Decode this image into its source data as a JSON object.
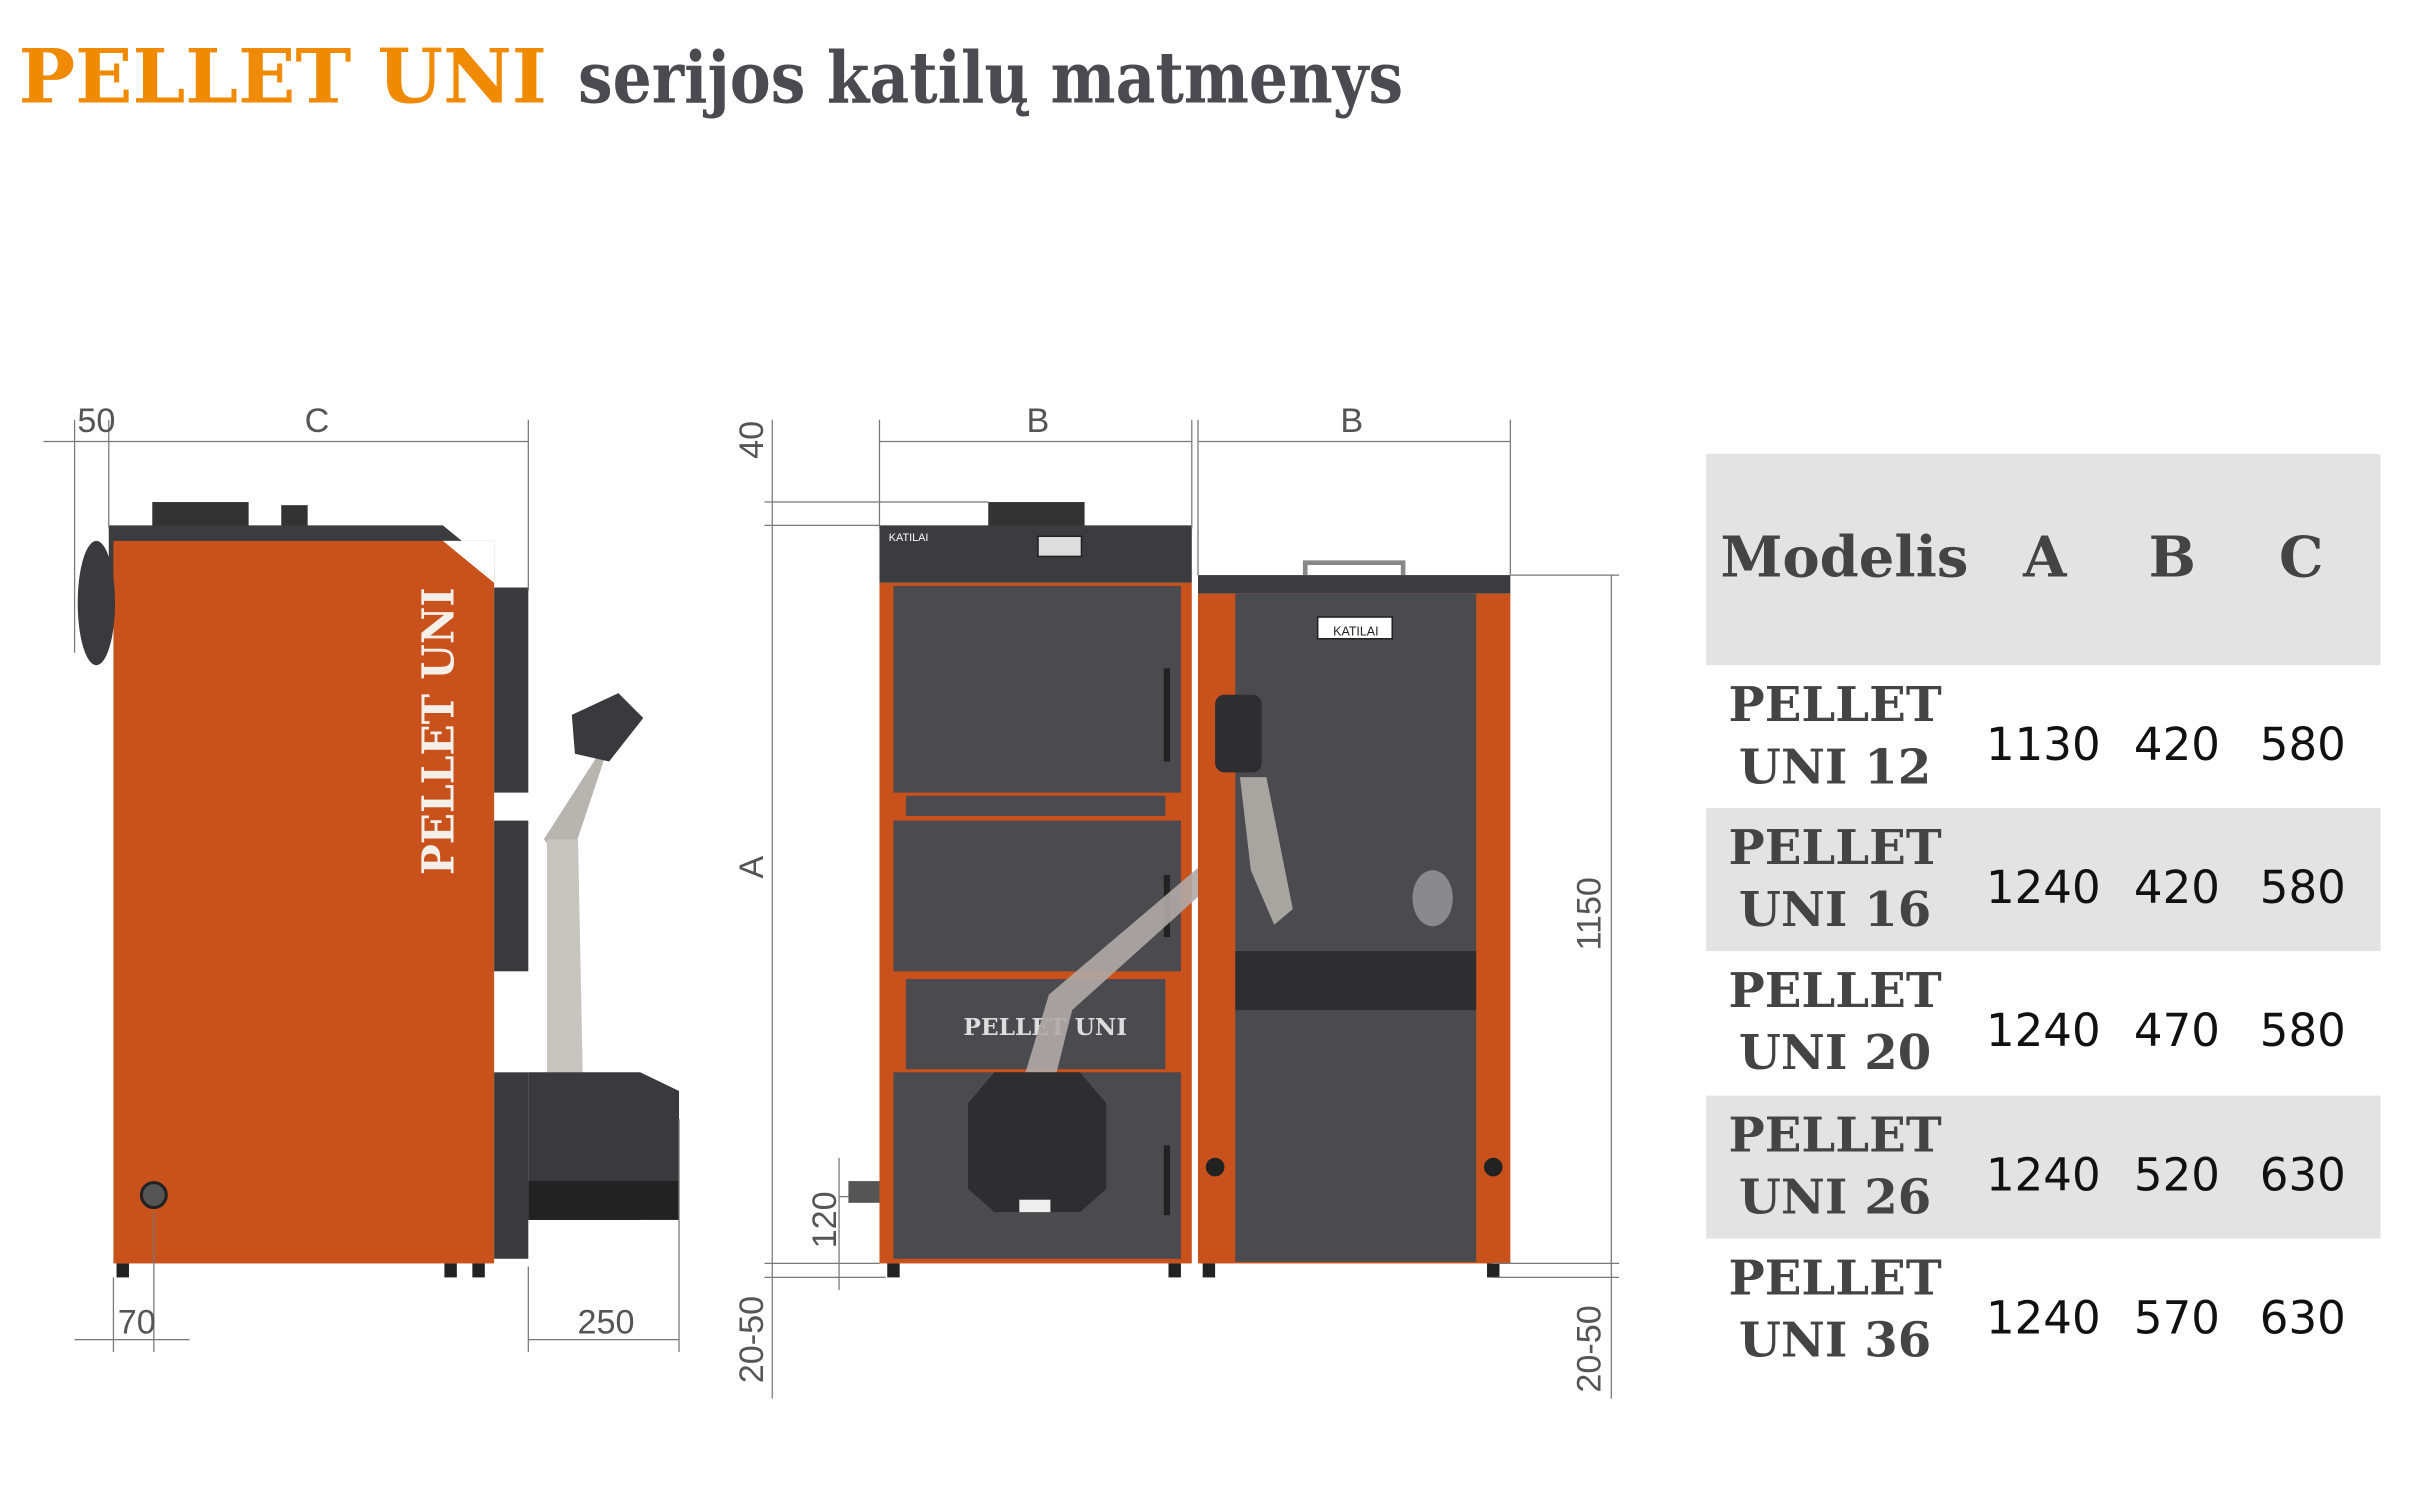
{
  "title": {
    "brand": "PELLET UNI",
    "rest": "serijos katilų matmenys",
    "brand_color": "#f08a00",
    "text_color": "#4a4a50"
  },
  "drawing": {
    "side_label": "PELLET UNI",
    "front_label": "PELLET UNI",
    "logo_text": "KATILAI",
    "dims": {
      "d50": "50",
      "C": "C",
      "d70": "70",
      "d250": "250",
      "B1": "B",
      "B2": "B",
      "d40": "40",
      "A": "A",
      "d120": "120",
      "d2050_left": "20-50",
      "d1150": "1150",
      "d2050_right": "20-50"
    },
    "colors": {
      "body": "#c9511b",
      "panel": "#4a4a4f",
      "dark": "#333336"
    }
  },
  "table": {
    "headers": [
      "Modelis",
      "A",
      "B",
      "C"
    ],
    "rows": [
      {
        "model1": "PELLET",
        "model2": "UNI 12",
        "A": "1130",
        "B": "420",
        "C": "580"
      },
      {
        "model1": "PELLET",
        "model2": "UNI 16",
        "A": "1240",
        "B": "420",
        "C": "580"
      },
      {
        "model1": "PELLET",
        "model2": "UNI 20",
        "A": "1240",
        "B": "470",
        "C": "580"
      },
      {
        "model1": "PELLET",
        "model2": "UNI 26",
        "A": "1240",
        "B": "520",
        "C": "630"
      },
      {
        "model1": "PELLET",
        "model2": "UNI 36",
        "A": "1240",
        "B": "570",
        "C": "630"
      }
    ],
    "stripe_color": "#e3e3e3"
  }
}
